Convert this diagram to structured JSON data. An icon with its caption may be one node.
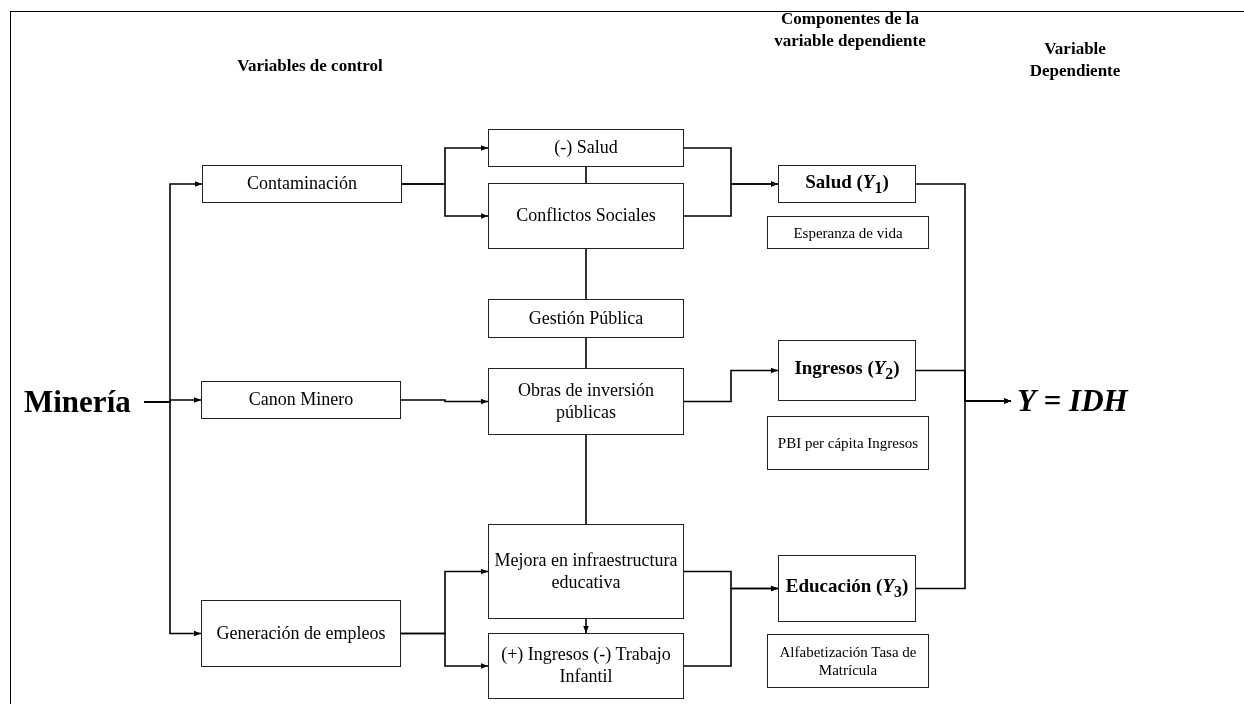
{
  "diagram": {
    "nodes": [
      {
        "text": [
          "Minería"
        ]
      },
      {
        "text": [
          "Contaminación"
        ]
      },
      {
        "text": [
          "Canon Minero"
        ]
      },
      {
        "text": [
          "Generación de empleos"
        ]
      },
      {
        "text": [
          "(-) Salud"
        ]
      },
      {
        "text": [
          "Conflictos Sociales"
        ]
      },
      {
        "text": [
          "Gestión Pública"
        ]
      },
      {
        "text": [
          "Obras de inversión públicas"
        ]
      },
      {
        "text": [
          "Mejora en infraestructura educativa"
        ]
      },
      {
        "text": [
          "(+) Ingresos (-) Trabajo Infantil"
        ]
      },
      {
        "text": [
          "Salud (*Y*$_{1}$)"
        ]
      },
      {
        "text": [
          "Esperanza de vida"
        ]
      },
      {
        "text": [
          "Ingresos (*Y*$_{2}$)"
        ]
      },
      {
        "text": [
          "PBI per cápita Ingresos"
        ]
      },
      {
        "text": [
          "Educación (*Y*$_{3}$)"
        ]
      },
      {
        "text": [
          "Alfabetización Tasa de Matrícula"
        ]
      },
      {
        "text": [
          "*Y* = *IDH*"
        ]
      }
    ],
    "edges": [
      {
        "from": 0,
        "to": 1,
        "arrow": "to"
      },
      {
        "from": 0,
        "to": 2,
        "arrow": "to"
      },
      {
        "from": 0,
        "to": 3,
        "arrow": "to"
      },
      {
        "from": 1,
        "to": 4,
        "arrow": "to"
      },
      {
        "from": 1,
        "to": 5,
        "arrow": "to"
      },
      {
        "from": 2,
        "to": 7,
        "arrow": "to"
      },
      {
        "from": 3,
        "to": 8,
        "arrow": "to"
      },
      {
        "from": 3,
        "to": 9,
        "arrow": "to"
      },
      {
        "from": 4,
        "to": 5,
        "arrow": "none"
      },
      {
        "from": 5,
        "to": 6,
        "arrow": "none"
      },
      {
        "from": 6,
        "to": 7,
        "arrow": "none"
      },
      {
        "from": 7,
        "to": 8,
        "arrow": "none"
      },
      {
        "from": 8,
        "to": 9,
        "arrow": "to"
      },
      {
        "from": 4,
        "to": 10,
        "arrow": "to"
      },
      {
        "from": 5,
        "to": 10,
        "arrow": "to"
      },
      {
        "from": 7,
        "to": 12,
        "arrow": "to"
      },
      {
        "from": 8,
        "to": 14,
        "arrow": "to"
      },
      {
        "from": 9,
        "to": 14,
        "arrow": "to"
      },
      {
        "from": 10,
        "to": 16,
        "arrow": "to"
      },
      {
        "from": 12,
        "to": 16,
        "arrow": "to"
      },
      {
        "from": 14,
        "to": 16,
        "arrow": "to"
      }
    ],
    "labels": [
      "Variables de control",
      "Componentes de la variable dependiente",
      "Variable Dependiente"
    ]
  }
}
